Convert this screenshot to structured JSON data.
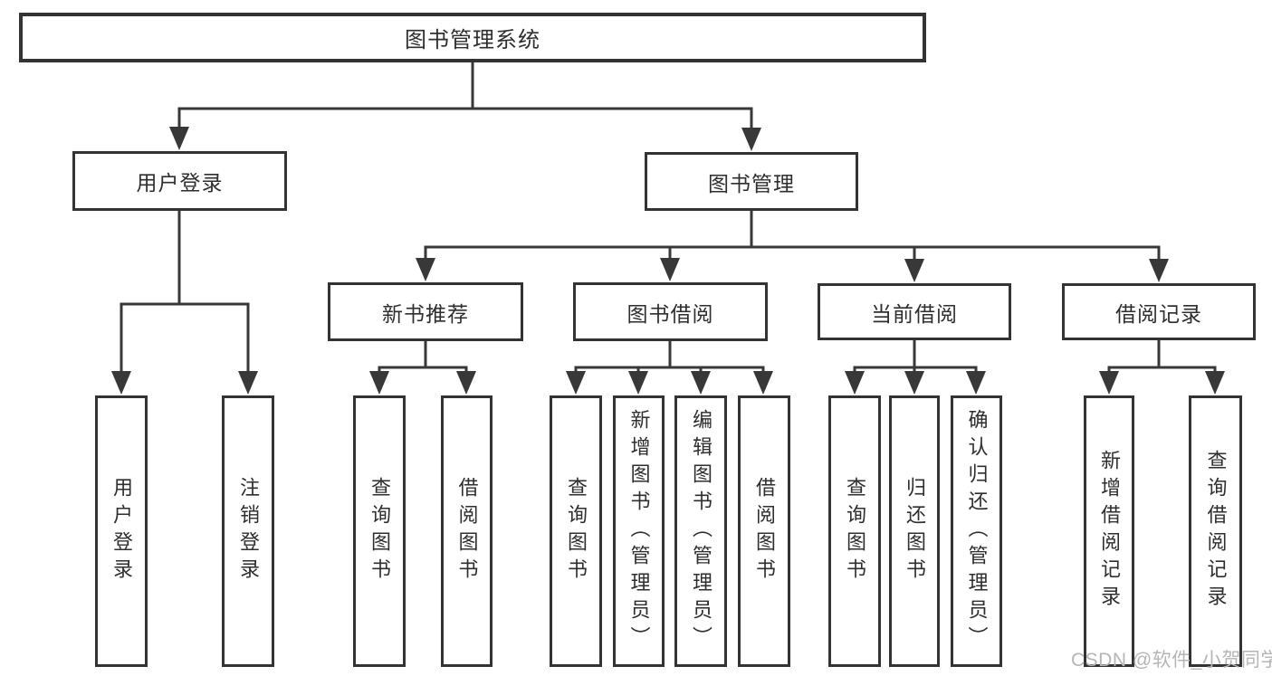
{
  "diagram": {
    "title": "图书管理系统",
    "children": [
      {
        "label": "用户登录",
        "children": [
          {
            "label": "用户登录"
          },
          {
            "label": "注销登录"
          }
        ]
      },
      {
        "label": "图书管理",
        "children": [
          {
            "label": "新书推荐",
            "children": [
              {
                "label": "查询图书"
              },
              {
                "label": "借阅图书"
              }
            ]
          },
          {
            "label": "图书借阅",
            "children": [
              {
                "label": "查询图书"
              },
              {
                "label": "新增图书（管理员）"
              },
              {
                "label": "编辑图书（管理员）"
              },
              {
                "label": "借阅图书"
              }
            ]
          },
          {
            "label": "当前借阅",
            "children": [
              {
                "label": "查询图书"
              },
              {
                "label": "归还图书"
              },
              {
                "label": "确认归还（管理员）"
              }
            ]
          },
          {
            "label": "借阅记录",
            "children": [
              {
                "label": "新增借阅记录"
              },
              {
                "label": "查询借阅记录"
              }
            ]
          }
        ]
      }
    ]
  },
  "colors": {
    "line": "#383838",
    "border": "#333333",
    "text": "#2e2e2e",
    "watermark": "#b5b5b5"
  },
  "watermark": {
    "text": "CSDN @软件_小贺同学"
  }
}
